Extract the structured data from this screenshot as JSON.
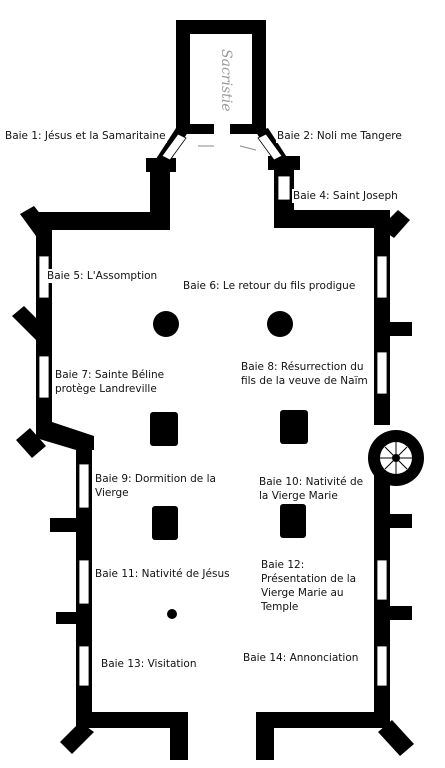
{
  "room_label": "Sacristie",
  "bays": [
    {
      "id": "b1",
      "text": "Baie 1: Jésus et la Samaritaine"
    },
    {
      "id": "b2",
      "text": "Baie 2: Noli me Tangere"
    },
    {
      "id": "b4",
      "text": "Baie 4: Saint Joseph"
    },
    {
      "id": "b5",
      "text": "Baie 5: L'Assomption"
    },
    {
      "id": "b6",
      "text": "Baie 6: Le retour du fils prodigue"
    },
    {
      "id": "b7",
      "text": "Baie 7: Sainte Béline protège Landreville"
    },
    {
      "id": "b8",
      "text": "Baie 8: Résurrection du fils de la veuve de Naïm"
    },
    {
      "id": "b9",
      "text": "Baie 9: Dormition de la Vierge"
    },
    {
      "id": "b10",
      "text": "Baie 10: Nativité de la Vierge Marie"
    },
    {
      "id": "b11",
      "text": "Baie 11: Nativité de Jésus"
    },
    {
      "id": "b12",
      "text": "Baie 12: Présentation de la Vierge Marie au Temple"
    },
    {
      "id": "b13",
      "text": "Baie 13: Visitation"
    },
    {
      "id": "b14",
      "text": "Baie 14: Annonciation"
    }
  ]
}
